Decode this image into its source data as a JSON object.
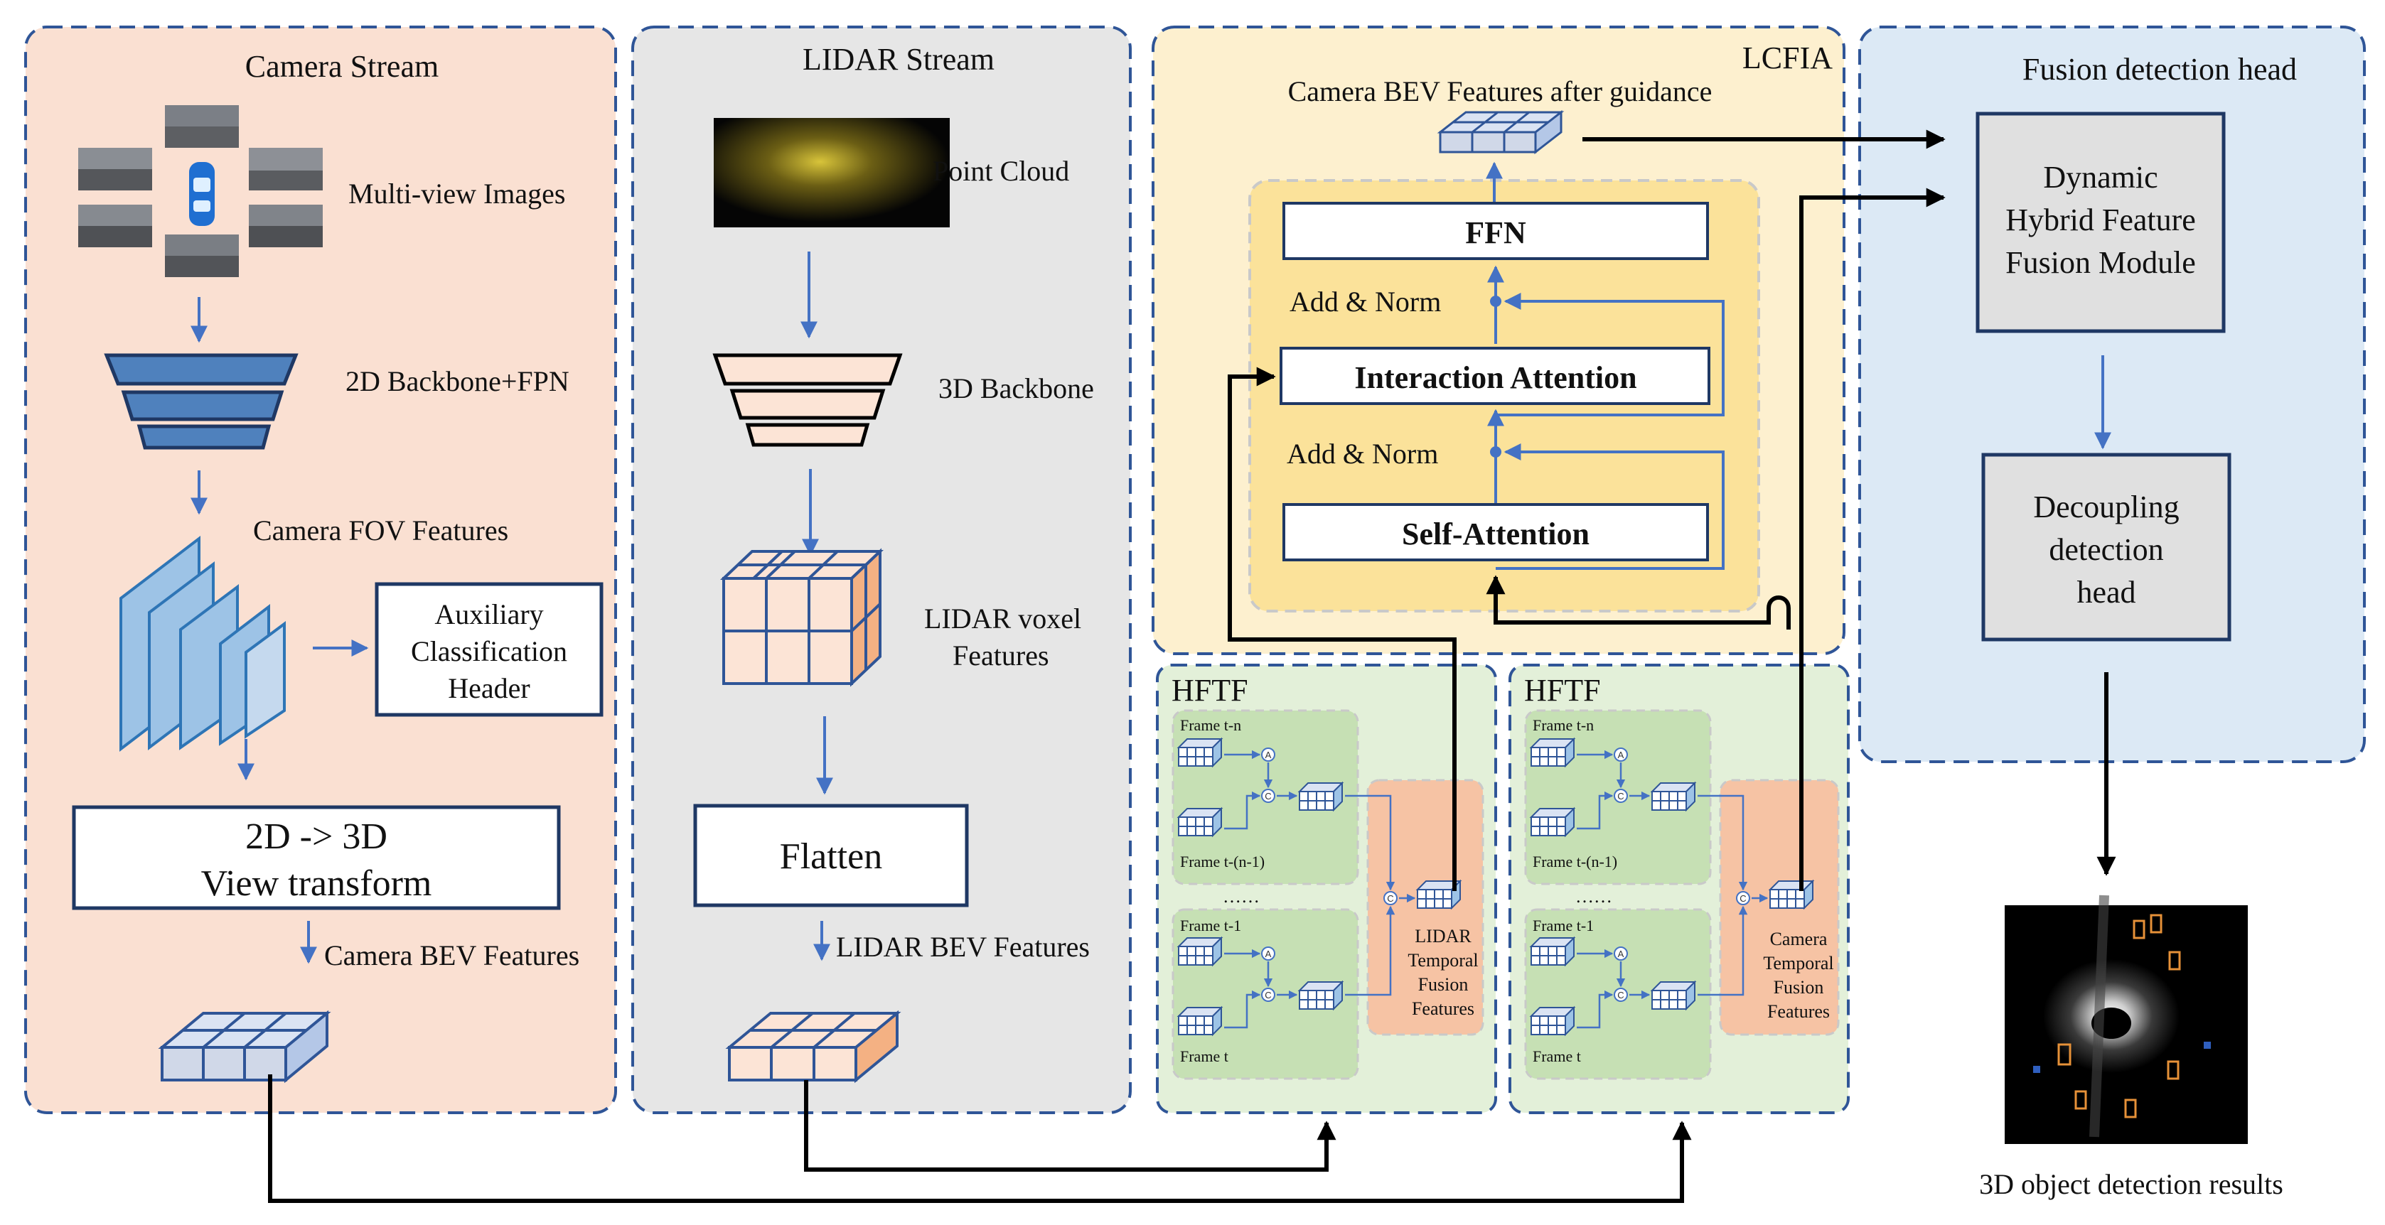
{
  "camera_stream": {
    "title": "Camera Stream",
    "multiview_label": "Multi-view Images",
    "backbone_label": "2D Backbone+FPN",
    "fov_label": "Camera FOV Features",
    "aux_header": [
      "Auxiliary",
      "Classification",
      "Header"
    ],
    "view_transform": [
      "2D -> 3D",
      "View transform"
    ],
    "bev_label": "Camera BEV Features"
  },
  "lidar_stream": {
    "title": "LIDAR Stream",
    "point_cloud_label": "Point Cloud",
    "backbone_label": "3D Backbone",
    "voxel_label": [
      "LIDAR voxel",
      "Features"
    ],
    "flatten_label": "Flatten",
    "bev_label": "LIDAR BEV Features"
  },
  "lcfia": {
    "title": "LCFIA",
    "output_label": "Camera BEV Features after guidance",
    "ffn": "FFN",
    "add_norm_1": "Add & Norm",
    "interaction_attention": "Interaction Attention",
    "add_norm_2": "Add & Norm",
    "self_attention": "Self-Attention"
  },
  "hftf_lidar": {
    "title": "HFTF",
    "frame_tn": "Frame t-n",
    "frame_tn1": "Frame t-(n-1)",
    "ellipsis": "……",
    "frame_t1": "Frame t-1",
    "frame_t": "Frame t",
    "result": [
      "LIDAR",
      "Temporal",
      "Fusion",
      "Features"
    ]
  },
  "hftf_camera": {
    "title": "HFTF",
    "frame_tn": "Frame t-n",
    "frame_tn1": "Frame t-(n-1)",
    "ellipsis": "……",
    "frame_t1": "Frame t-1",
    "frame_t": "Frame t",
    "result": [
      "Camera",
      "Temporal",
      "Fusion",
      "Features"
    ]
  },
  "op_symbols": {
    "add": "A",
    "concat": "C"
  },
  "fusion_head": {
    "title": "Fusion detection head",
    "dhffm": [
      "Dynamic",
      "Hybrid Feature",
      "Fusion Module"
    ],
    "decoupling": [
      "Decoupling",
      "detection",
      "head"
    ],
    "result_label": "3D object detection results"
  },
  "colors": {
    "camera_bg": "#fae0d2",
    "lidar_bg": "#e6e6e6",
    "lcfia_bg": "#fdf0cf",
    "lcfia_inner": "#fbe29a",
    "hftf_bg": "#e3f0d9",
    "hftf_cell": "#c6e0b4",
    "hftf_result": "#f6c3a4",
    "fusion_bg": "#dce9f5",
    "border_dash": "#2f5597",
    "arrow_blue": "#4472c4",
    "feature_blue": "#9dc3e6",
    "voxel_peach": "#fce4d6"
  }
}
